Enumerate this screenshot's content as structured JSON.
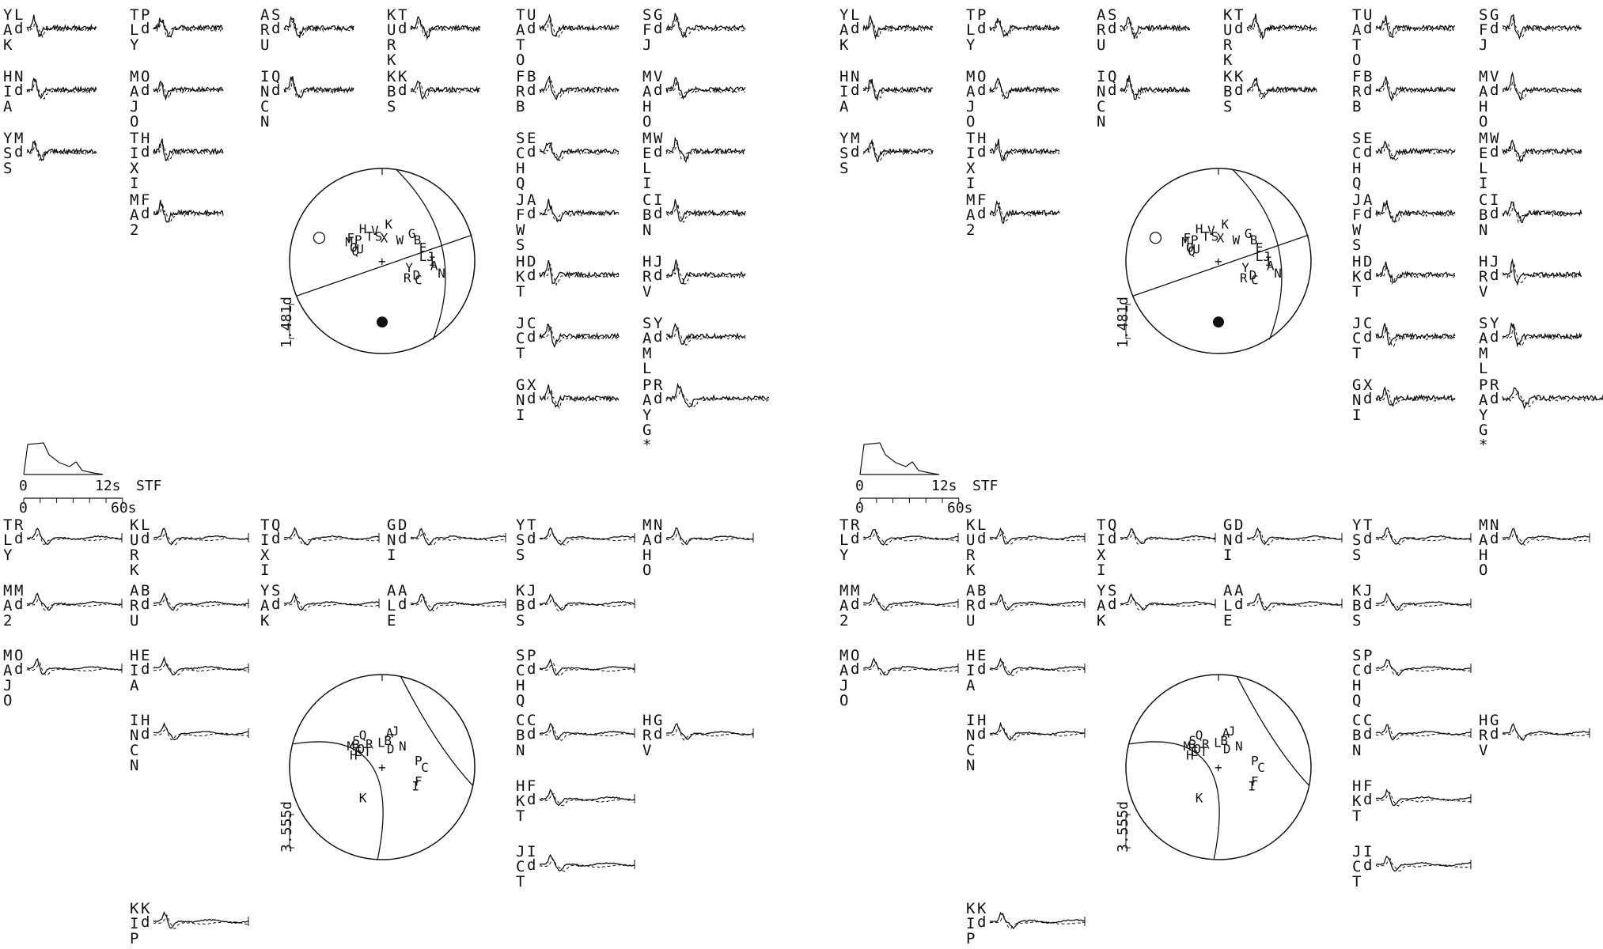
{
  "solutions": [
    {
      "p_traces": [
        {
          "station": "YAK",
          "label": "L",
          "unit": "d"
        },
        {
          "station": "HIA",
          "label": "N",
          "unit": "d"
        },
        {
          "station": "YSS",
          "label": "M",
          "unit": "d"
        },
        {
          "station": "TLY",
          "label": "P",
          "unit": "d"
        },
        {
          "station": "MAJO",
          "label": "O",
          "unit": "d"
        },
        {
          "station": "TIXI",
          "label": "H",
          "unit": "d"
        },
        {
          "station": "MA2",
          "label": "F",
          "unit": "d"
        },
        {
          "station": "ARU",
          "label": "S",
          "unit": "d"
        },
        {
          "station": "INCN",
          "label": "Q",
          "unit": "d"
        },
        {
          "station": "KURK",
          "label": "T",
          "unit": "d"
        },
        {
          "station": "KBS",
          "label": "K",
          "unit": "d"
        },
        {
          "station": "TATO",
          "label": "U",
          "unit": "d"
        },
        {
          "station": "FRB",
          "label": "B",
          "unit": "d"
        },
        {
          "station": "SCHQ",
          "label": "E",
          "unit": "d"
        },
        {
          "station": "JFWS",
          "label": "A",
          "unit": "d"
        },
        {
          "station": "HKT",
          "label": "D",
          "unit": "d"
        },
        {
          "station": "JCT",
          "label": "C",
          "unit": "d"
        },
        {
          "station": "GNI",
          "label": "X",
          "unit": "d"
        },
        {
          "station": "SFJ",
          "label": "G",
          "unit": "d"
        },
        {
          "station": "MAHO",
          "label": "V",
          "unit": "d"
        },
        {
          "station": "MELI",
          "label": "W",
          "unit": "d"
        },
        {
          "station": "CBN",
          "label": "I",
          "unit": "d"
        },
        {
          "station": "HRV",
          "label": "J",
          "unit": "d"
        },
        {
          "station": "SAML",
          "label": "Y",
          "unit": "d"
        },
        {
          "station": "PAYG*",
          "label": "R",
          "unit": "d"
        }
      ],
      "p_scale": "1.481d",
      "p_beachball_labels": [
        "H",
        "F",
        "T",
        "S",
        "K",
        "X",
        "W",
        "G",
        "B",
        "E",
        "J",
        "I",
        "A",
        "Y",
        "R",
        "D",
        "C",
        "N",
        "M",
        "O",
        "U",
        "Q",
        "L",
        "P",
        "V"
      ],
      "stf": {
        "duration_label": "12s",
        "label": "STF",
        "time_label": "60s",
        "zero": "0"
      },
      "sh_traces": [
        {
          "station": "TLY",
          "label": "R",
          "unit": "d"
        },
        {
          "station": "MA2",
          "label": "M",
          "unit": "d"
        },
        {
          "station": "MAJO",
          "label": "O",
          "unit": "d"
        },
        {
          "station": "KURK",
          "label": "L",
          "unit": "d"
        },
        {
          "station": "ARU",
          "label": "B",
          "unit": "d"
        },
        {
          "station": "HIA",
          "label": "E",
          "unit": "d"
        },
        {
          "station": "INCN",
          "label": "H",
          "unit": "d"
        },
        {
          "station": "TIXI",
          "label": "Q",
          "unit": "d"
        },
        {
          "station": "YAK",
          "label": "S",
          "unit": "d"
        },
        {
          "station": "GNI",
          "label": "D",
          "unit": "d"
        },
        {
          "station": "ALE",
          "label": "A",
          "unit": "d"
        },
        {
          "station": "YSS",
          "label": "T",
          "unit": "d"
        },
        {
          "station": "KBS",
          "label": "J",
          "unit": "d"
        },
        {
          "station": "SCHQ",
          "label": "P",
          "unit": "d"
        },
        {
          "station": "CBN",
          "label": "C",
          "unit": "d"
        },
        {
          "station": "HKT",
          "label": "F",
          "unit": "d"
        },
        {
          "station": "JCT",
          "label": "I",
          "unit": "d"
        },
        {
          "station": "MAHO",
          "label": "N",
          "unit": "d"
        },
        {
          "station": "HRV",
          "label": "G",
          "unit": "d"
        },
        {
          "station": "KIP",
          "label": "K",
          "unit": "d"
        }
      ],
      "sh_scale": "3.555d",
      "sh_beachball_labels": [
        "M",
        "S",
        "R",
        "L",
        "Q",
        "B",
        "D",
        "J",
        "A",
        "N",
        "P",
        "C",
        "F",
        "I",
        "K",
        "E",
        "H",
        "O",
        "T",
        "G"
      ]
    },
    {
      "p_traces": [
        {
          "station": "YAK",
          "label": "L",
          "unit": "d"
        },
        {
          "station": "HIA",
          "label": "N",
          "unit": "d"
        },
        {
          "station": "YSS",
          "label": "M",
          "unit": "d"
        },
        {
          "station": "TLY",
          "label": "P",
          "unit": "d"
        },
        {
          "station": "MAJO",
          "label": "O",
          "unit": "d"
        },
        {
          "station": "TIXI",
          "label": "H",
          "unit": "d"
        },
        {
          "station": "MA2",
          "label": "F",
          "unit": "d"
        },
        {
          "station": "ARU",
          "label": "S",
          "unit": "d"
        },
        {
          "station": "INCN",
          "label": "Q",
          "unit": "d"
        },
        {
          "station": "KURK",
          "label": "T",
          "unit": "d"
        },
        {
          "station": "KBS",
          "label": "K",
          "unit": "d"
        },
        {
          "station": "TATO",
          "label": "U",
          "unit": "d"
        },
        {
          "station": "FRB",
          "label": "B",
          "unit": "d"
        },
        {
          "station": "SCHQ",
          "label": "E",
          "unit": "d"
        },
        {
          "station": "JFWS",
          "label": "A",
          "unit": "d"
        },
        {
          "station": "HKT",
          "label": "D",
          "unit": "d"
        },
        {
          "station": "JCT",
          "label": "C",
          "unit": "d"
        },
        {
          "station": "GNI",
          "label": "X",
          "unit": "d"
        },
        {
          "station": "SFJ",
          "label": "G",
          "unit": "d"
        },
        {
          "station": "MAHO",
          "label": "V",
          "unit": "d"
        },
        {
          "station": "MELI",
          "label": "W",
          "unit": "d"
        },
        {
          "station": "CBN",
          "label": "I",
          "unit": "d"
        },
        {
          "station": "HRV",
          "label": "J",
          "unit": "d"
        },
        {
          "station": "SAML",
          "label": "Y",
          "unit": "d"
        },
        {
          "station": "PAYG*",
          "label": "R",
          "unit": "d"
        }
      ],
      "p_scale": "1.481d",
      "p_beachball_labels": [
        "H",
        "F",
        "T",
        "S",
        "K",
        "X",
        "W",
        "G",
        "B",
        "E",
        "J",
        "I",
        "A",
        "Y",
        "R",
        "D",
        "C",
        "N",
        "M",
        "O",
        "U",
        "Q",
        "L",
        "P",
        "V"
      ],
      "stf": {
        "duration_label": "12s",
        "label": "STF",
        "time_label": "60s",
        "zero": "0"
      },
      "sh_traces": [
        {
          "station": "TLY",
          "label": "R",
          "unit": "d"
        },
        {
          "station": "MA2",
          "label": "M",
          "unit": "d"
        },
        {
          "station": "MAJO",
          "label": "O",
          "unit": "d"
        },
        {
          "station": "KURK",
          "label": "L",
          "unit": "d"
        },
        {
          "station": "ARU",
          "label": "B",
          "unit": "d"
        },
        {
          "station": "HIA",
          "label": "E",
          "unit": "d"
        },
        {
          "station": "INCN",
          "label": "H",
          "unit": "d"
        },
        {
          "station": "TIXI",
          "label": "Q",
          "unit": "d"
        },
        {
          "station": "YAK",
          "label": "S",
          "unit": "d"
        },
        {
          "station": "GNI",
          "label": "D",
          "unit": "d"
        },
        {
          "station": "ALE",
          "label": "A",
          "unit": "d"
        },
        {
          "station": "YSS",
          "label": "T",
          "unit": "d"
        },
        {
          "station": "KBS",
          "label": "J",
          "unit": "d"
        },
        {
          "station": "SCHQ",
          "label": "P",
          "unit": "d"
        },
        {
          "station": "CBN",
          "label": "C",
          "unit": "d"
        },
        {
          "station": "HKT",
          "label": "F",
          "unit": "d"
        },
        {
          "station": "JCT",
          "label": "I",
          "unit": "d"
        },
        {
          "station": "MAHO",
          "label": "N",
          "unit": "d"
        },
        {
          "station": "HRV",
          "label": "G",
          "unit": "d"
        },
        {
          "station": "KIP",
          "label": "K",
          "unit": "d"
        }
      ],
      "sh_scale": "3.555d",
      "sh_beachball_labels": [
        "M",
        "S",
        "R",
        "L",
        "Q",
        "B",
        "D",
        "J",
        "A",
        "N",
        "P",
        "C",
        "F",
        "I",
        "K",
        "E",
        "H",
        "O",
        "T",
        "G"
      ]
    }
  ]
}
